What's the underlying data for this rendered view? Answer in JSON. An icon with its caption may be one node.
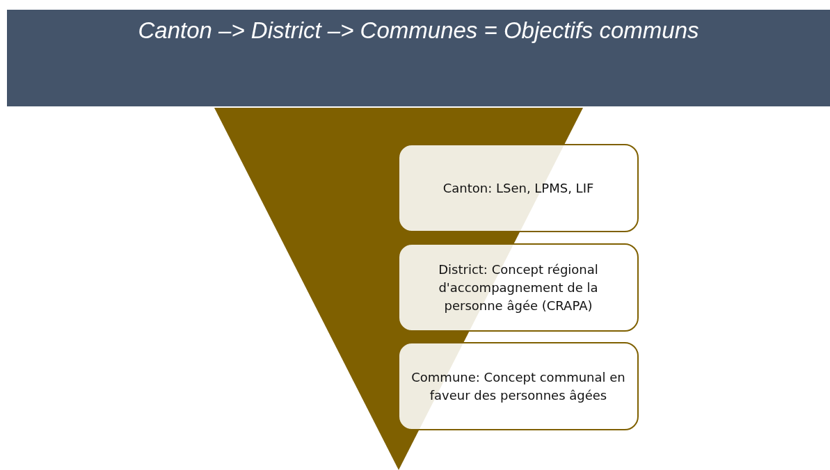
{
  "diagram": {
    "title": "Canton –> District –> Communes = Objectifs communs",
    "nodes": [
      {
        "text": [
          "Canton: LSen, LPMS, LIF"
        ]
      },
      {
        "text": [
          "District: Concept régional d'accompagnement de la personne âgée (CRAPA)"
        ]
      },
      {
        "text": [
          "Commune: Concept communal en faveur des personnes âgées"
        ]
      }
    ],
    "edges": []
  }
}
